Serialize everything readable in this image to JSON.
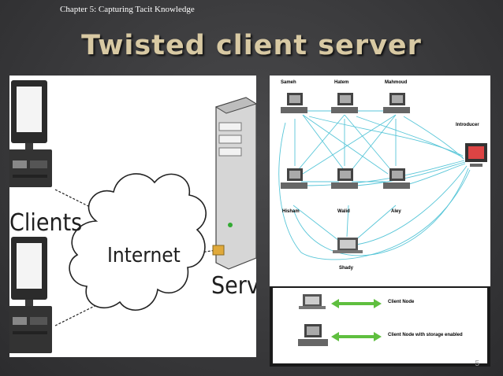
{
  "header": {
    "chapter": "Chapter 5:  Capturing Tacit Knowledge"
  },
  "slide": {
    "title": "Twisted client server",
    "number": "5"
  },
  "left_diagram": {
    "clients_label": "Clients",
    "internet_label": "Internet",
    "server_label": "Server"
  },
  "right_diagram": {
    "nodes": {
      "sameh": "Sameh",
      "hatem": "Hatem",
      "mahmoud": "Mahmoud",
      "hisham": "Hisham",
      "walid": "Walid",
      "aley": "Aley",
      "shady": "Shady",
      "introducer": "Introducer"
    },
    "legend": {
      "client_node": "Client Node",
      "client_node_storage": "Client Node with storage enabled"
    }
  },
  "colors": {
    "title": "#d8c9a3",
    "arrow_green": "#5fbf3f",
    "link_cyan": "#58c6d8"
  }
}
